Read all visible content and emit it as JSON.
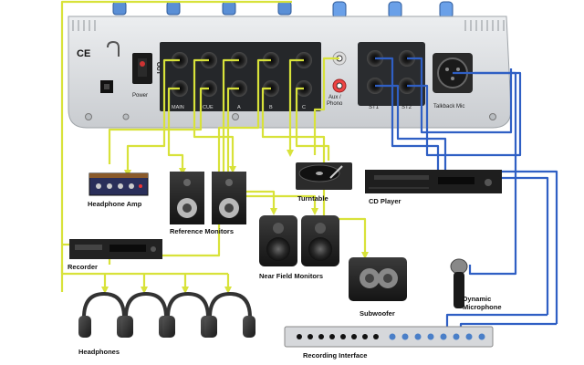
{
  "colors": {
    "audio_cable": "#d8e23a",
    "mic_cable": "#2f5fc4",
    "panel": "#dfe1e3",
    "jack": "#1c1c1c",
    "knob": "#4a8ad8"
  },
  "panel": {
    "power_label": "Power",
    "out_label": "OUT",
    "group_main": "MAIN",
    "group_cue": "CUE",
    "group_a": "A",
    "group_b": "B",
    "group_c": "C",
    "group_aux": "Aux /\nPhono",
    "group_st1": "ST1",
    "group_st2": "ST2",
    "group_talkback": "Talkback Mic",
    "ce_mark": "CE"
  },
  "devices": {
    "headphone_amp": "Headphone Amp",
    "reference_monitors": "Reference Monitors",
    "turntable": "Turntable",
    "cd_player": "CD Player",
    "recorder": "Recorder",
    "near_field_monitors": "Near Field Monitors",
    "subwoofer": "Subwoofer",
    "dynamic_microphone": "Dynamic\nMicrophone",
    "headphones": "Headphones",
    "recording_interface": "Recording Interface"
  }
}
